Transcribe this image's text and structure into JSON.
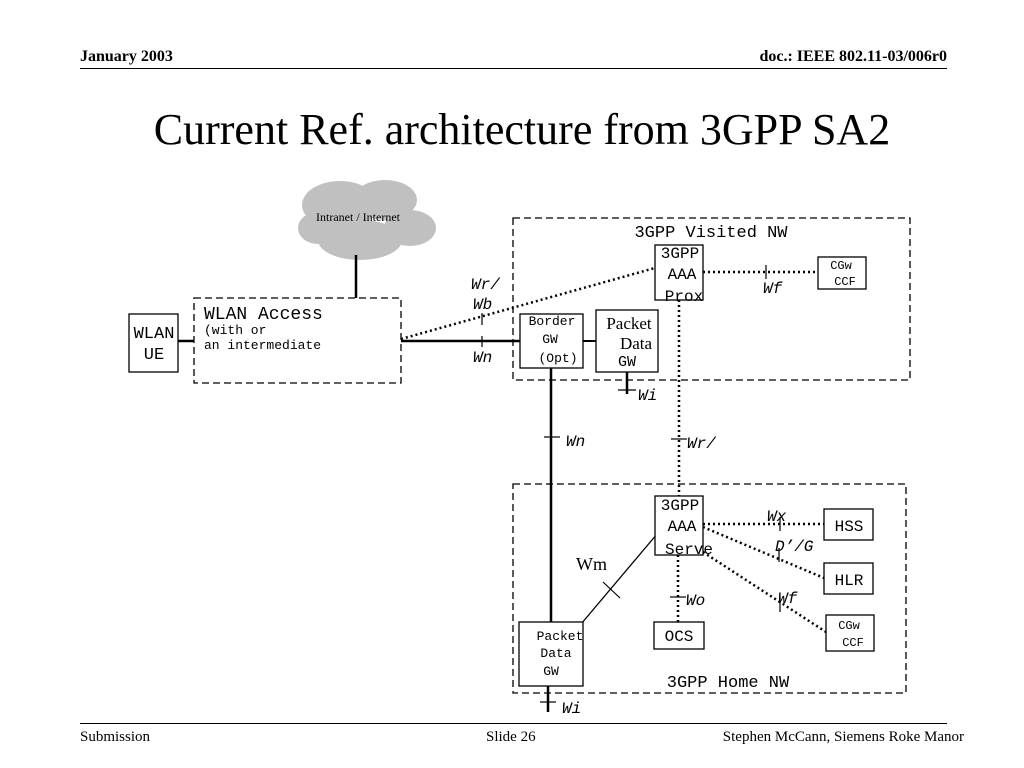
{
  "header": {
    "date": "January 2003",
    "doc_id": "doc.: IEEE 802.11-03/006r0"
  },
  "title": "Current Ref. architecture from 3GPP SA2",
  "footer": {
    "left": "Submission",
    "center": "Slide 26",
    "right": "Stephen McCann, Siemens Roke Manor"
  },
  "diagram": {
    "cloud": "Intranet / Internet",
    "visited_nw": "3GPP Visited NW",
    "home_nw": "3GPP Home NW",
    "wlan_ue": [
      "WLAN",
      "UE"
    ],
    "wlan_access": {
      "title": "WLAN Access",
      "line1": "(with or",
      "line2": "an intermediate"
    },
    "border_gw": [
      "Border",
      "GW",
      "(Opt)"
    ],
    "packet_data_gw_visited": [
      "Packet",
      "Data",
      "GW"
    ],
    "aaa_proxy": [
      "3GPP",
      "AAA",
      "Prox"
    ],
    "cgw_ccf_visited": [
      "CGw",
      "CCF"
    ],
    "aaa_server": [
      "3GPP",
      "AAA",
      "Serve"
    ],
    "hss": "HSS",
    "hlr": "HLR",
    "cgw_ccf_home": [
      "CGw",
      "CCF"
    ],
    "ocs": "OCS",
    "packet_data_gw_home": [
      "Packet",
      "Data",
      "GW"
    ],
    "interfaces": {
      "wr_wb_1": "Wr/",
      "wr_wb_2": "Wb",
      "wn_1": "Wn",
      "wf_visited": "Wf",
      "wi_visited": "Wi",
      "wn_2": "Wn",
      "wr": "Wr/",
      "wm": "Wm",
      "wx": "Wx",
      "dg": "D’/G",
      "wf_home": "Wf",
      "wo": "Wo",
      "wi_home": "Wi"
    }
  }
}
